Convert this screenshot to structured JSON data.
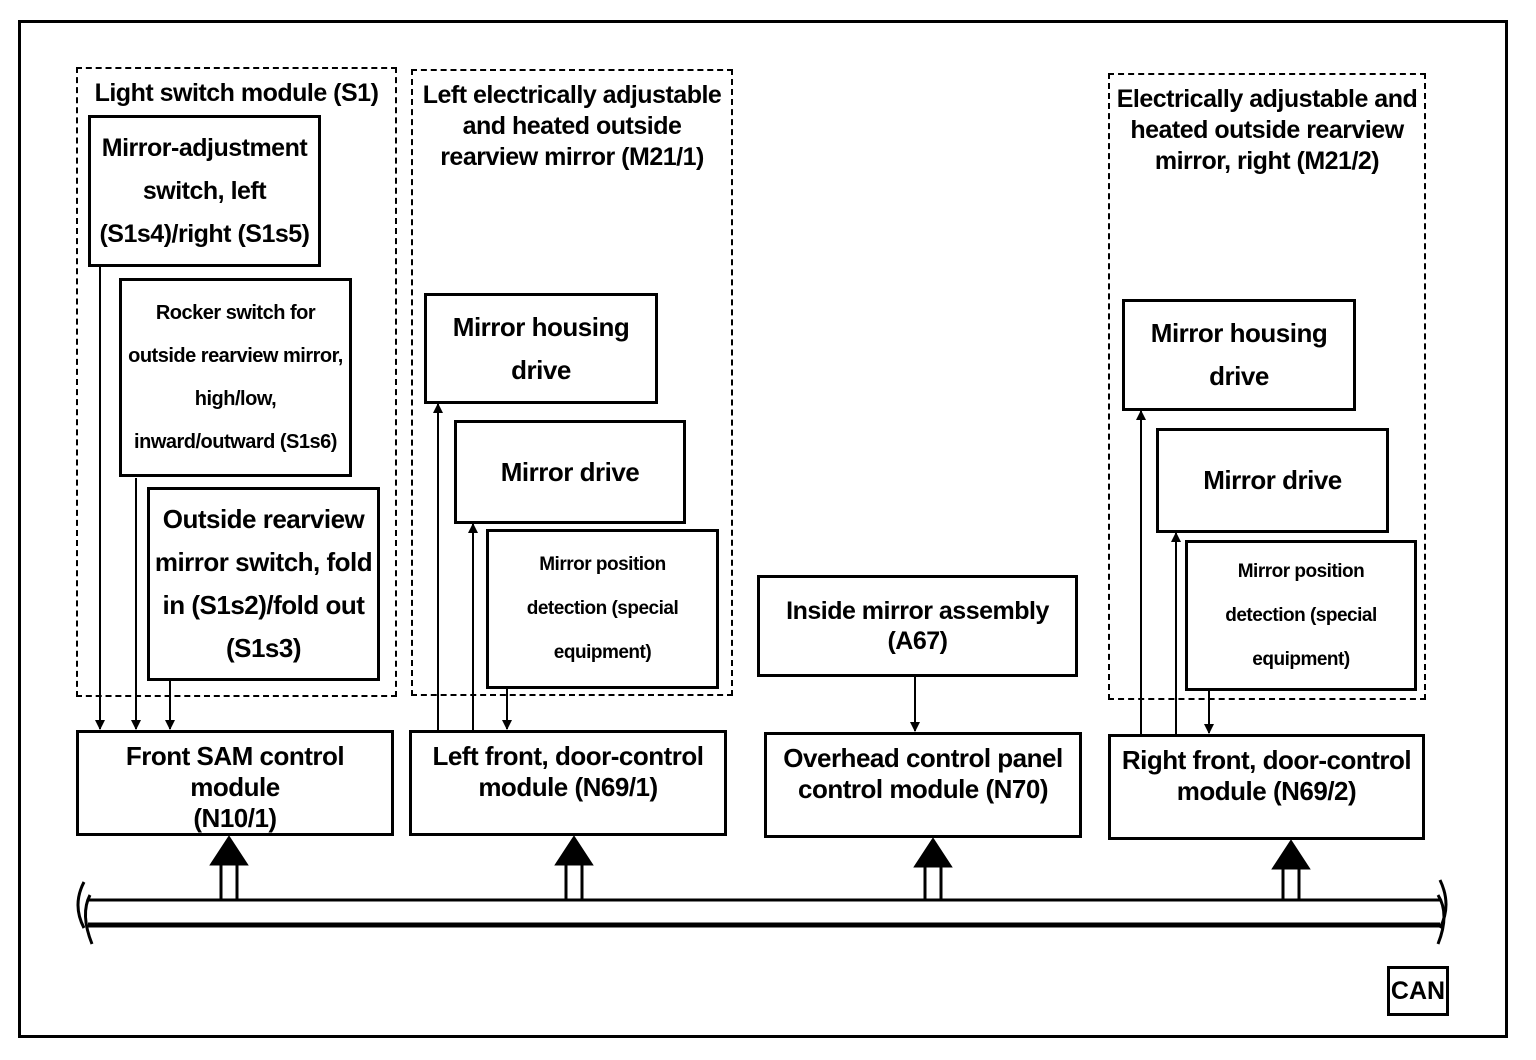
{
  "groups": {
    "light_switch": {
      "title": "Light switch module (S1)"
    },
    "left_mirror": {
      "title": "Left electrically adjustable\nand heated outside\nrearview mirror (M21/1)"
    },
    "right_mirror": {
      "title": "Electrically adjustable and\nheated outside rearview\nmirror, right (M21/2)"
    }
  },
  "components": {
    "mirror_adjust_switch": "Mirror-adjustment\nswitch, left\n(S1s4)/right (S1s5)",
    "rocker_switch": "Rocker switch for\noutside rearview mirror,\nhigh/low,\ninward/outward (S1s6)",
    "fold_switch": "Outside rearview\nmirror switch, fold\nin (S1s2)/fold out\n(S1s3)",
    "left_housing_drive": "Mirror housing\ndrive",
    "left_mirror_drive": "Mirror drive",
    "left_position_detection": "Mirror position\ndetection (special\nequipment)",
    "inside_mirror": "Inside mirror assembly\n(A67)",
    "right_housing_drive": "Mirror housing\ndrive",
    "right_mirror_drive": "Mirror drive",
    "right_position_detection": "Mirror position\ndetection (special\nequipment)"
  },
  "control_modules": {
    "front_sam": "Front SAM control module\n(N10/1)",
    "left_door": "Left front, door-control\nmodule (N69/1)",
    "overhead": "Overhead control panel\ncontrol module (N70)",
    "right_door": "Right front, door-control\nmodule (N69/2)"
  },
  "bus": {
    "label": "CAN"
  }
}
